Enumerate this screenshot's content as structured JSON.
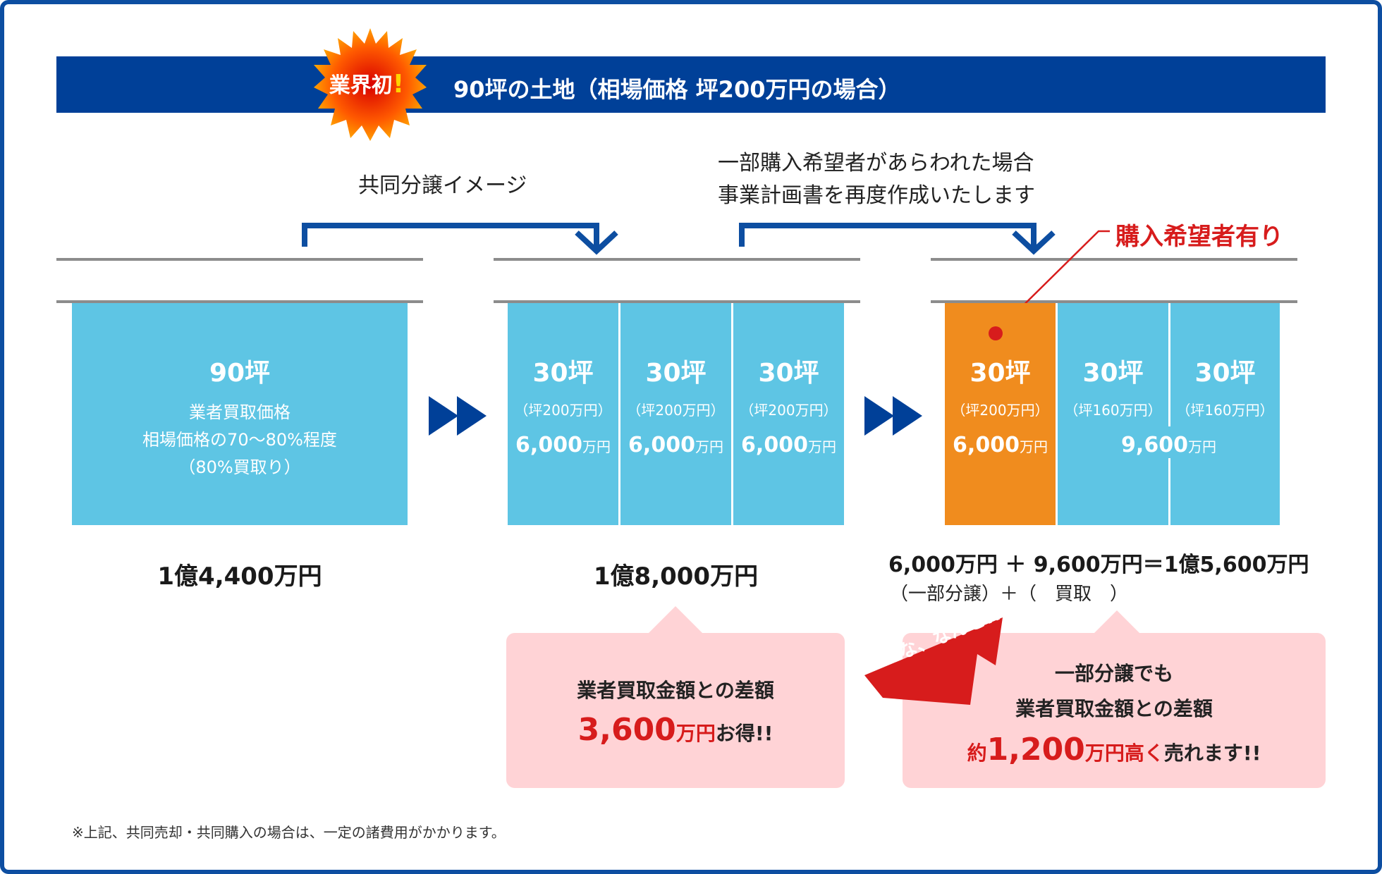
{
  "header": {
    "badge": "業界初",
    "badge_mark": "!",
    "title": "90坪の土地（相場価格 坪200万円の場合）"
  },
  "labels": {
    "joint": "共同分譲イメージ",
    "partial_line1": "一部購入希望者があらわれた場合",
    "partial_line2": "事業計画書を再度作成いたします",
    "buyer": "購入希望者有り"
  },
  "panel1": {
    "area": "90坪",
    "line1": "業者買取価格",
    "line2": "相場価格の70〜80%程度",
    "line3": "（80%買取り）",
    "total": "1億4,400万円"
  },
  "panel2": {
    "cells": [
      {
        "area": "30坪",
        "unit": "（坪200万円）",
        "price": "6,000",
        "yen": "万円"
      },
      {
        "area": "30坪",
        "unit": "（坪200万円）",
        "price": "6,000",
        "yen": "万円"
      },
      {
        "area": "30坪",
        "unit": "（坪200万円）",
        "price": "6,000",
        "yen": "万円"
      }
    ],
    "total": "1億8,000万円"
  },
  "panel3": {
    "cells": [
      {
        "area": "30坪",
        "unit": "（坪200万円）",
        "price": "6,000",
        "yen": "万円"
      },
      {
        "area": "30坪",
        "unit": "（坪160万円）"
      },
      {
        "area": "30坪",
        "unit": "（坪160万円）"
      }
    ],
    "merged_price": "9,600",
    "merged_yen": "万円",
    "formula": "6,000万円 ＋ 9,600万円＝1億5,600万円",
    "formula_sub": "（一部分譲）＋（　買取　）"
  },
  "bubble1": {
    "line1": "業者買取金額との差額",
    "amount": "3,600",
    "amount_unit": "万円",
    "suffix": "お得!!"
  },
  "bubble2": {
    "tag": "な、なんと!!",
    "line1": "一部分譲でも",
    "line2": "業者買取金額との差額",
    "prefix": "約",
    "amount": "1,200",
    "amount_unit": "万円高く",
    "suffix": "売れます!!"
  },
  "footnote": "※上記、共同売却・共同購入の場合は、一定の諸費用がかかります。",
  "colors": {
    "navy": "#004098",
    "sky": "#5ec5e4",
    "orange": "#f08c1e",
    "red": "#d71c1c",
    "pink": "#ffd3d6"
  }
}
